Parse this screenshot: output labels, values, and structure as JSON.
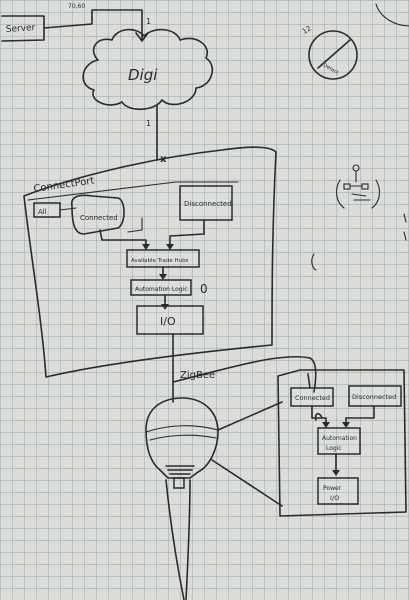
{
  "labels": {
    "server": "Server",
    "cloud": "Digi",
    "connectport": "ConnectPort",
    "all": "All",
    "connected": "Connected",
    "disconnected": "Disconnected",
    "available_hubs": "Available Trade Hubs",
    "automation_logic": "Automation Logic",
    "io": "I/O",
    "zigbee": "ZigBee",
    "detail_connected": "Connected",
    "detail_disconnected": "Disconnected",
    "detail_automation_1": "Automation",
    "detail_automation_2": "Logic",
    "detail_power_1": "Power",
    "detail_power_2": "I/O",
    "clock_number": "12",
    "clock_label": "Detect",
    "cross_mark": "x",
    "edge_one_a": "1",
    "edge_one_b": "1",
    "annotation_zero": "0"
  }
}
